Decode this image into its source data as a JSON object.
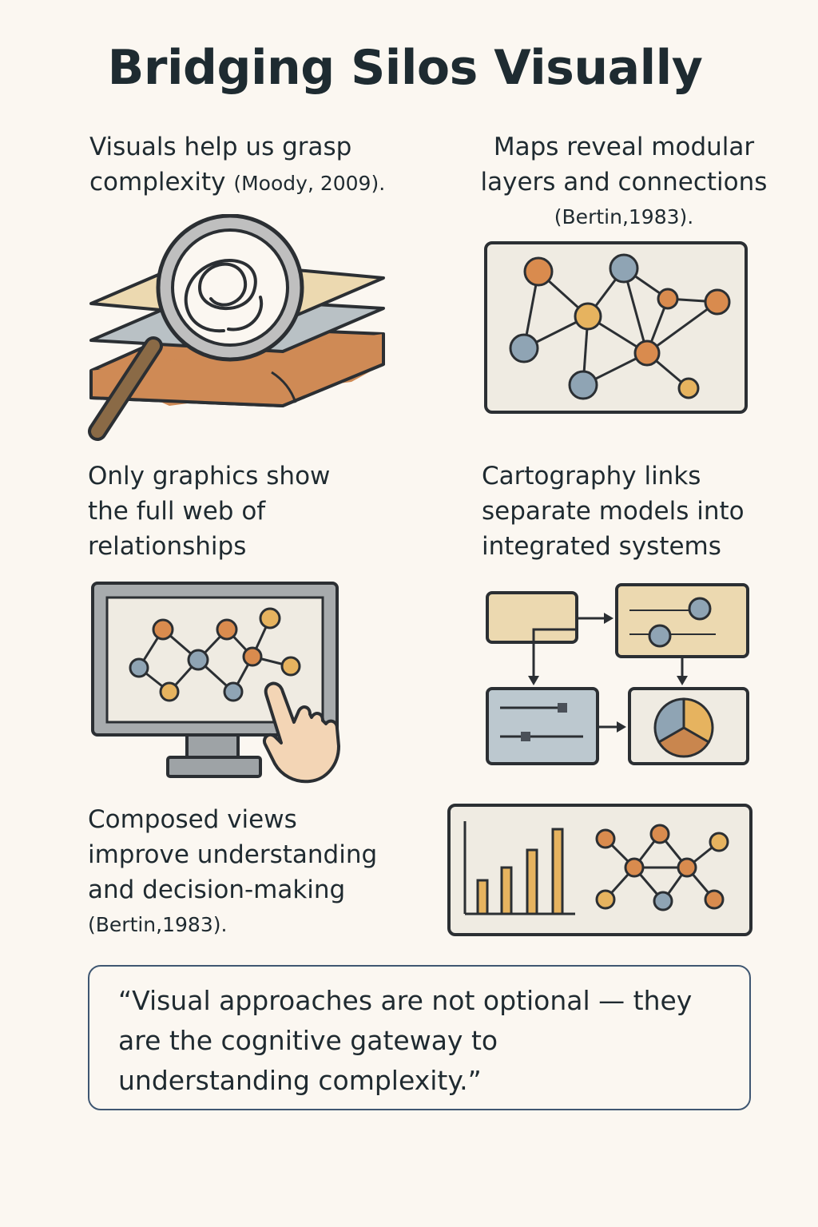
{
  "title": "Bridging Silos Visually",
  "panels": [
    {
      "line1": "Visuals help us grasp",
      "line2": "complexity",
      "citation": "(Moody, 2009)."
    },
    {
      "line1": "Maps reveal modular",
      "line2": "layers and connections",
      "citation": "(Bertin,1983)."
    },
    {
      "line1": "Only graphics show",
      "line2": "the full web of",
      "line3": "relationships"
    },
    {
      "line1": "Cartography links",
      "line2": "separate models into",
      "line3": "integrated systems"
    },
    {
      "line1": "Composed views",
      "line2": "improve understanding",
      "line3": "and decision-making",
      "citation": "(Bertin,1983)."
    }
  ],
  "quote": {
    "line1": "“Visual approaches are not optional — they",
    "line2": "are the cognitive gateway to",
    "line3": "understanding complexity.”"
  },
  "colors": {
    "background": "#fbf7f1",
    "ink": "#2b2f33",
    "orange": "#d98b4e",
    "blue_gray": "#8fa4b4",
    "gold": "#e6b35f",
    "panel_fill": "#f1ebe0",
    "frame_border": "#3f5772"
  },
  "icons": {
    "magnifier": "magnifying-glass-icon",
    "layers": "layers-icon",
    "network": "network-graph-icon",
    "monitor": "monitor-icon",
    "hand": "pointing-hand-icon",
    "flow": "flow-diagram-icon",
    "pie": "pie-chart-icon",
    "bars": "bar-chart-icon"
  }
}
